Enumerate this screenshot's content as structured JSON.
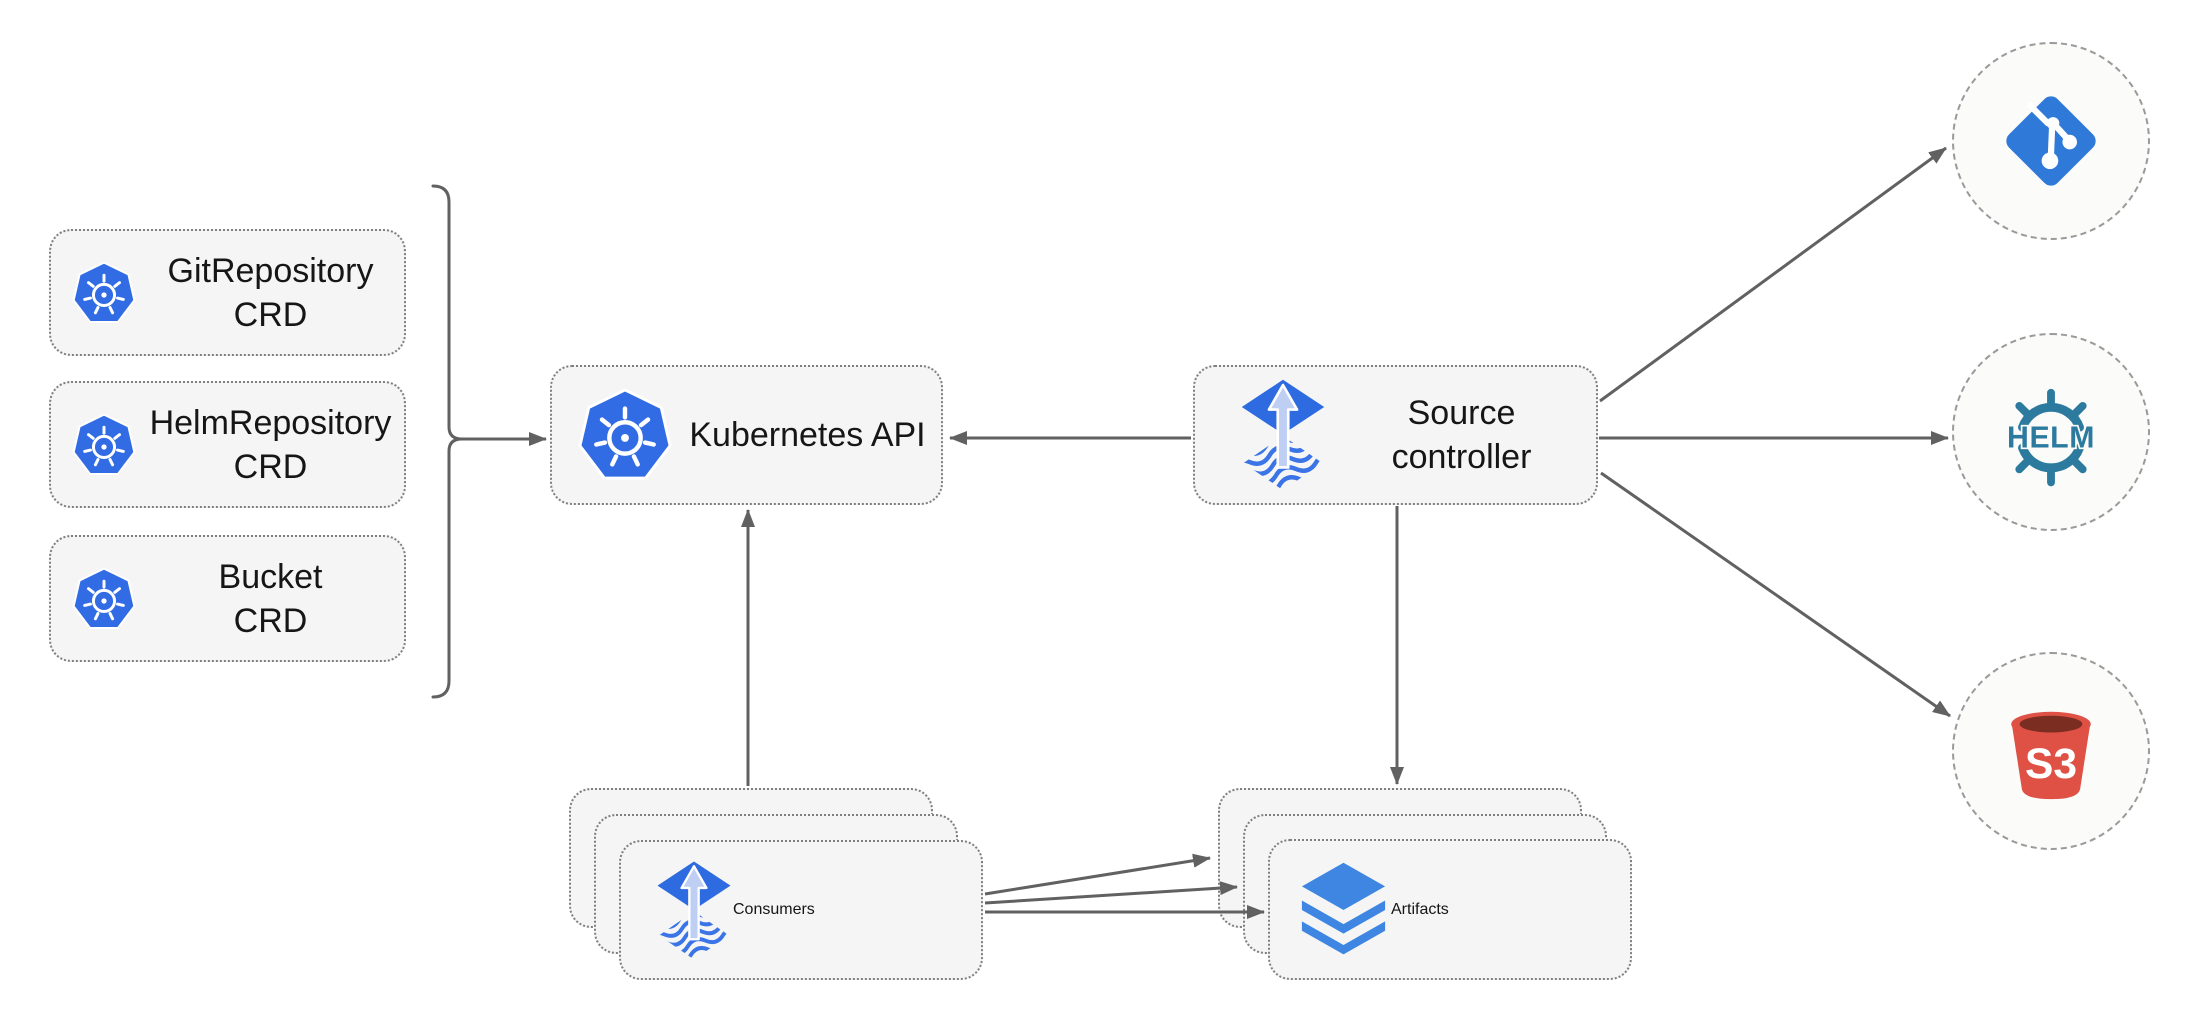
{
  "diagram_type": "flux-source-controller-architecture",
  "crd_boxes": [
    {
      "id": "gitrepository-crd",
      "line1": "GitRepository",
      "line2": "CRD",
      "icon": "kubernetes-icon"
    },
    {
      "id": "helmrepository-crd",
      "line1": "HelmRepository",
      "line2": "CRD",
      "icon": "kubernetes-icon"
    },
    {
      "id": "bucket-crd",
      "line1": "Bucket",
      "line2": "CRD",
      "icon": "kubernetes-icon"
    }
  ],
  "nodes": {
    "kubernetes_api": {
      "label": "Kubernetes API",
      "icon": "kubernetes-icon"
    },
    "source_controller": {
      "line1": "Source",
      "line2": "controller",
      "icon": "flux-source-controller-icon"
    },
    "consumers": {
      "label": "Consumers",
      "icon": "flux-source-controller-icon",
      "stacked": 3
    },
    "artifacts": {
      "label": "Artifacts",
      "icon": "layers-icon",
      "stacked": 3
    }
  },
  "external_endpoints": {
    "git": {
      "icon": "git-icon"
    },
    "helm": {
      "icon": "helm-icon",
      "label": "HELM"
    },
    "s3": {
      "icon": "s3-bucket-icon",
      "label": "S3"
    }
  },
  "connections": [
    "crd-bracket to kubernetes-api",
    "source-controller to kubernetes-api",
    "consumers to kubernetes-api",
    "source-controller to artifacts",
    "source-controller to git",
    "source-controller to helm",
    "source-controller to s3",
    "consumers to artifacts (x3)"
  ],
  "colors": {
    "kubernetes_blue": "#326CE5",
    "flux_blue": "#2E6BE0",
    "flux_arrow_light": "#BFCFF4",
    "git_blue": "#2F79D8",
    "helm_teal": "#2D7A9F",
    "s3_red": "#DE5144",
    "s3_bucket_interior": "#7C2D22",
    "artifacts_blue": "#3F86E3",
    "connector_gray": "#616161",
    "node_fill": "#F5F5F5",
    "node_border": "#7F7F7F",
    "circle_fill": "#FBFBF9",
    "circle_border": "#9A9A9A"
  }
}
